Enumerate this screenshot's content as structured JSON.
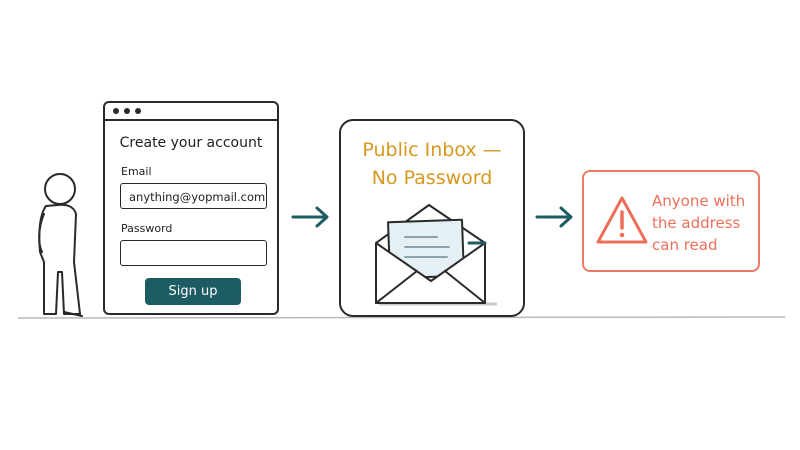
{
  "signup": {
    "heading": "Create your account",
    "email_label": "Email",
    "email_value": "anything@yopmail.com",
    "password_label": "Password",
    "password_value": "",
    "button_label": "Sign up"
  },
  "inbox": {
    "title_line1": "Public Inbox —",
    "title_line2": "No Password"
  },
  "warning": {
    "line1": "Anyone with",
    "line2": "the address",
    "line3": "can read"
  },
  "colors": {
    "ink": "#2a2a2a",
    "teal": "#1d5c63",
    "amber": "#d6981f",
    "coral": "#ec6f5a"
  },
  "icons": [
    "person-figure",
    "arrow-right-icon",
    "envelope-icon",
    "warning-triangle-icon"
  ]
}
